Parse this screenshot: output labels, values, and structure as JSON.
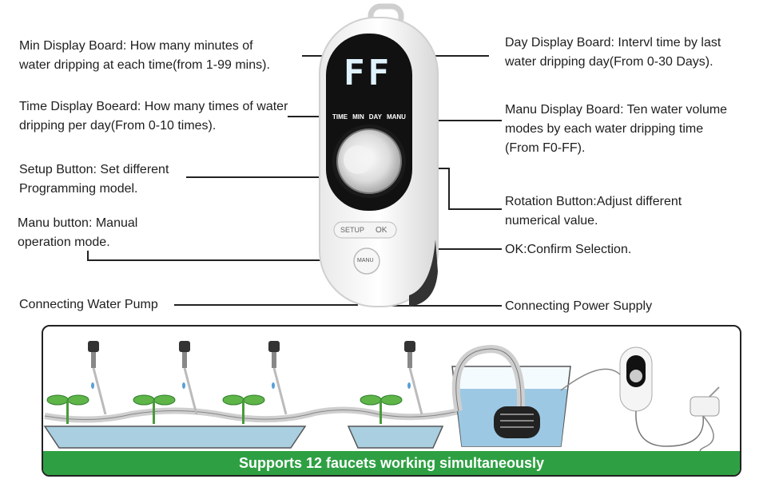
{
  "device": {
    "display_value": "FF",
    "indicators": [
      "TIME",
      "MIN",
      "DAY",
      "MANU"
    ],
    "setup_label": "SETUP",
    "ok_label": "OK",
    "manu_button_label": "MANU"
  },
  "labels": {
    "min_display": [
      "Min Display Board: How many minutes of",
      "water dripping at each time(from 1-99 mins)."
    ],
    "time_display": [
      "Time Display Boeard: How many times of water",
      "dripping per day(From 0-10 times)."
    ],
    "setup_button": [
      "Setup Button: Set different",
      "Programming model."
    ],
    "manu_button": [
      "Manu button: Manual",
      "operation mode."
    ],
    "water_pump": [
      "Connecting Water Pump"
    ],
    "day_display": [
      "Day Display Board: Intervl time by last",
      "water dripping day(From 0-30 Days)."
    ],
    "manu_display": [
      "Manu Display Board: Ten water volume",
      "modes by each water dripping time",
      "(From F0-FF)."
    ],
    "rotation_button": [
      "Rotation Button:Adjust different",
      "numerical value."
    ],
    "ok": [
      "OK:Confirm Selection."
    ],
    "power_supply": [
      "Connecting Power Supply"
    ]
  },
  "banner": "Supports 12 faucets working simultaneously",
  "colors": {
    "banner_bg": "#2ea043",
    "water": "#9cc8e4",
    "display_bg": "#111111",
    "display_digit": "#dff3ff"
  }
}
